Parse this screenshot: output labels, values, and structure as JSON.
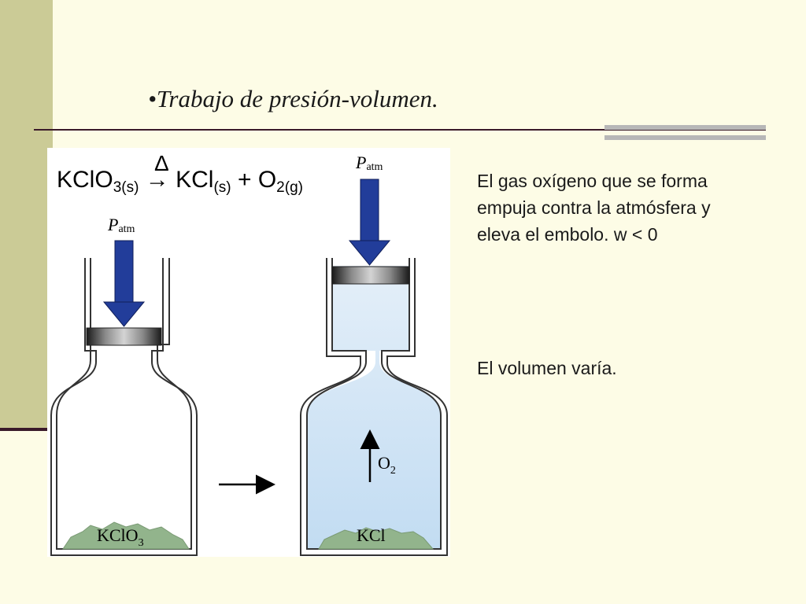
{
  "slide": {
    "title": "•Trabajo de presión-volumen."
  },
  "figure": {
    "equation": {
      "reactant": "KClO",
      "reactant_sub": "3(s)",
      "arrow": "→",
      "heat_symbol": "Δ",
      "product1": "KCl",
      "product1_sub": "(s)",
      "plus": "+",
      "product2": "O",
      "product2_sub": "2(g)"
    },
    "left_flask": {
      "pressure_symbol": "P",
      "pressure_sub": "atm",
      "solid_label": "KClO",
      "solid_sub": "3"
    },
    "right_flask": {
      "pressure_symbol": "P",
      "pressure_sub": "atm",
      "gas_label": "O",
      "gas_sub": "2",
      "solid_label": "KCl"
    },
    "colors": {
      "arrow_blue": "#223d9a",
      "gas_blue": "#cfe3f5",
      "solid_green": "#92b48c",
      "piston_gray": "#4a4a4a"
    }
  },
  "explanation": {
    "paragraph1": "El gas oxígeno que se forma empuja contra la atmósfera y eleva el embolo. w < 0",
    "paragraph2": "El volumen varía."
  }
}
